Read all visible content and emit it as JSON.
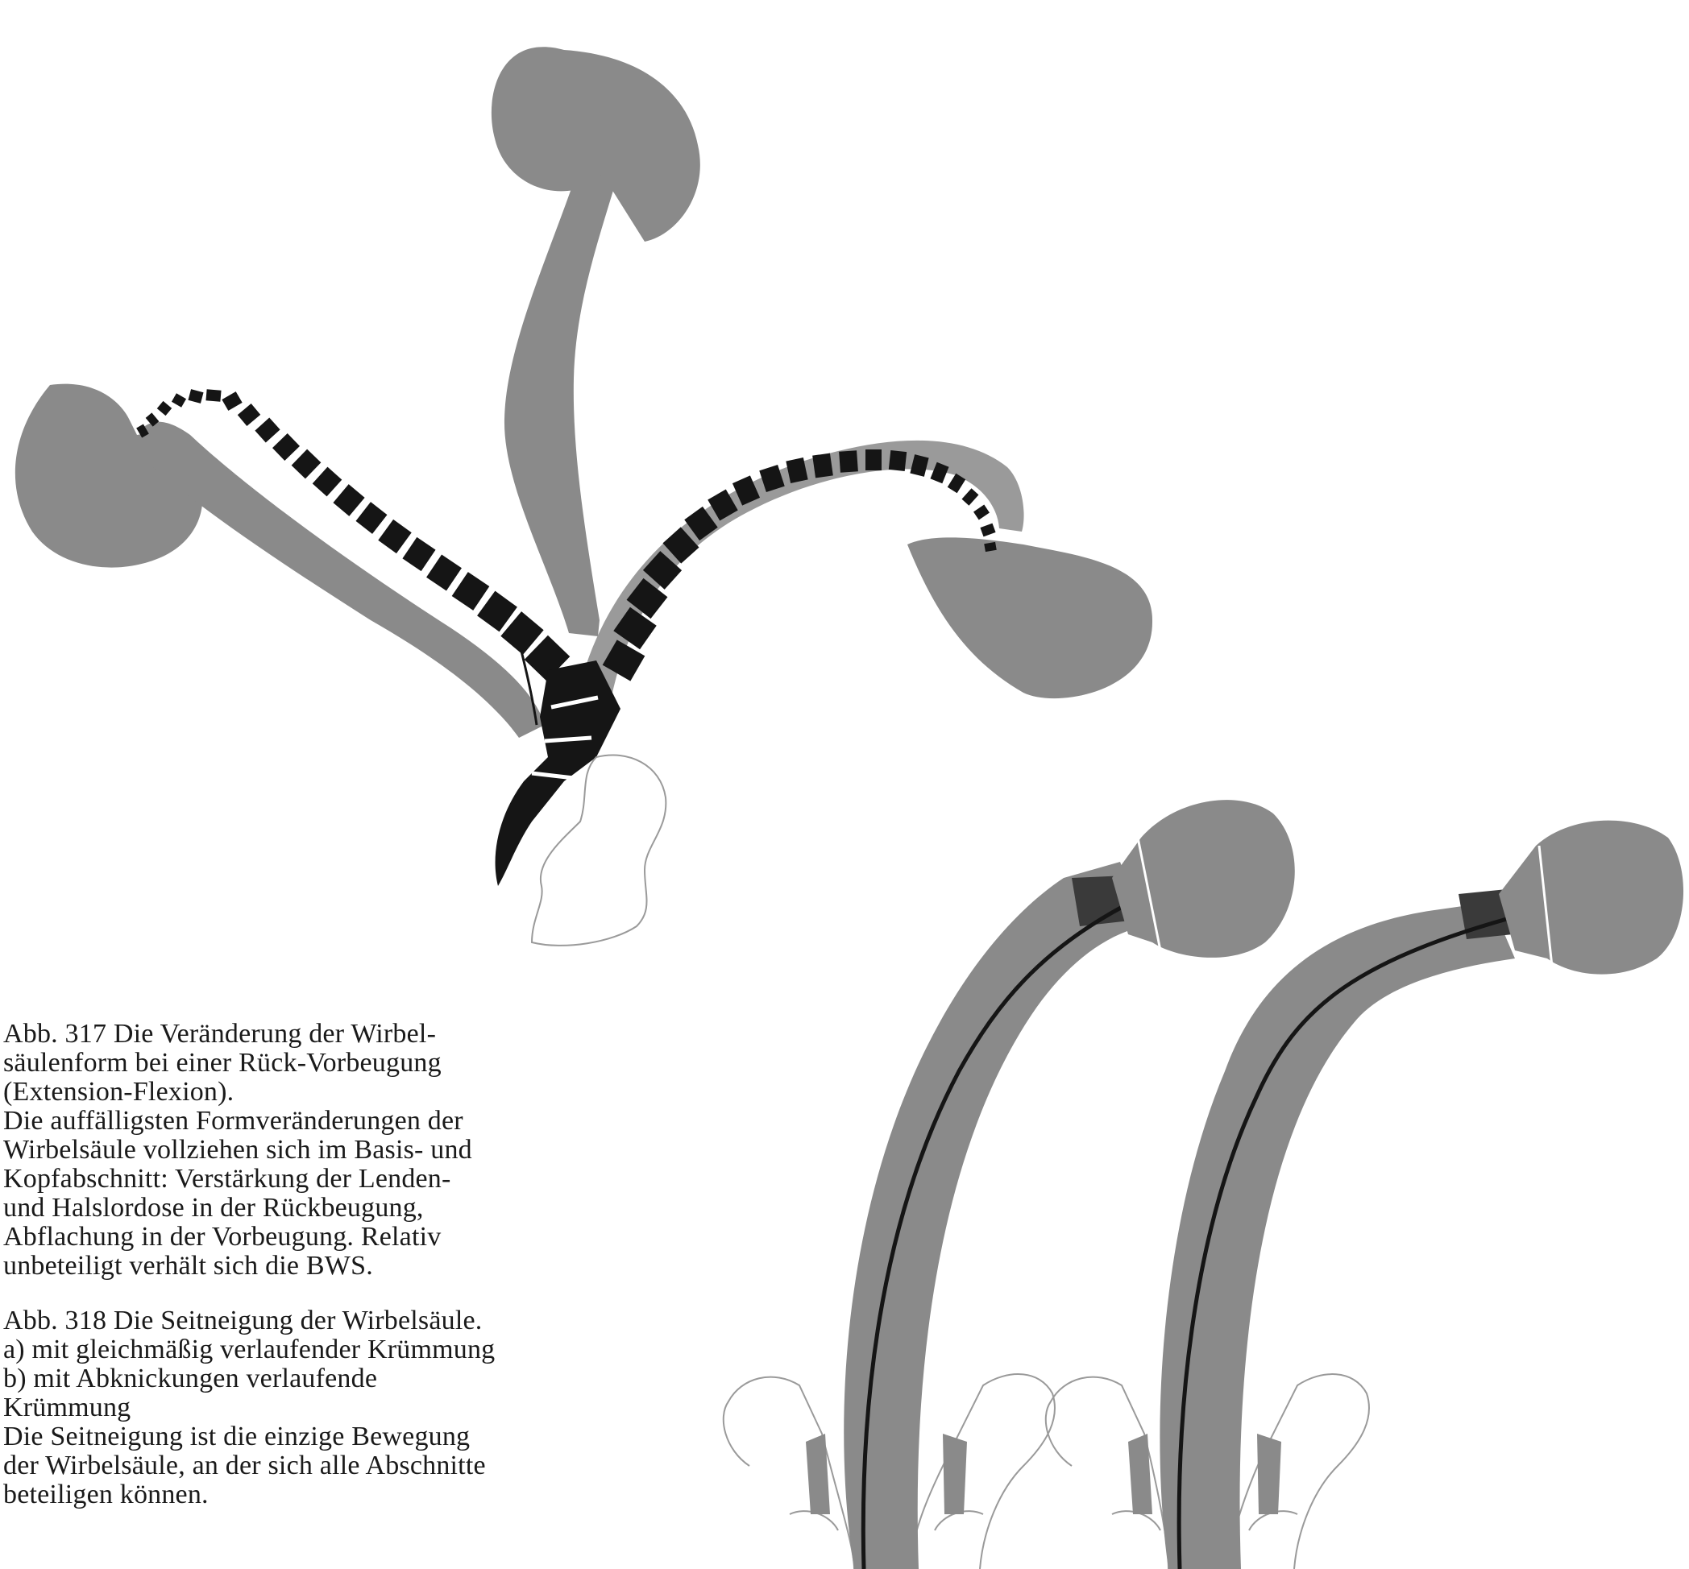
{
  "captions": {
    "fig317": [
      "Abb. 317  Die Veränderung der Wirbel-",
      "säulenform bei einer Rück-Vorbeugung",
      "(Extension-Flexion).",
      "Die auffälligsten Formveränderungen der",
      "Wirbelsäule vollziehen sich im Basis- und",
      "Kopfabschnitt: Verstärkung der Lenden-",
      "und Halslordose in der Rückbeugung,",
      "Abflachung in der Vorbeugung. Relativ",
      "unbeteiligt verhält sich die BWS."
    ],
    "fig318": [
      "Abb. 318  Die Seitneigung der Wirbelsäule.",
      "a) mit gleichmäßig verlaufender Krümmung",
      "b) mit Abknickungen verlaufende",
      "Krümmung",
      "Die Seitneigung ist die einzige Bewegung",
      "der Wirbelsäule, an der sich alle Abschnitte",
      "beteiligen können."
    ]
  },
  "colors": {
    "body_gray": "#8a8a8a",
    "light_gray": "#a9a9a9",
    "vertebra_black": "#151515",
    "outline_white": "#ffffff",
    "pelvis_outline": "#9a9a9a"
  },
  "figure_317": {
    "pose_names": [
      "extension",
      "upright",
      "flexion"
    ]
  },
  "figure_318": {
    "variants": [
      "a",
      "b"
    ]
  }
}
